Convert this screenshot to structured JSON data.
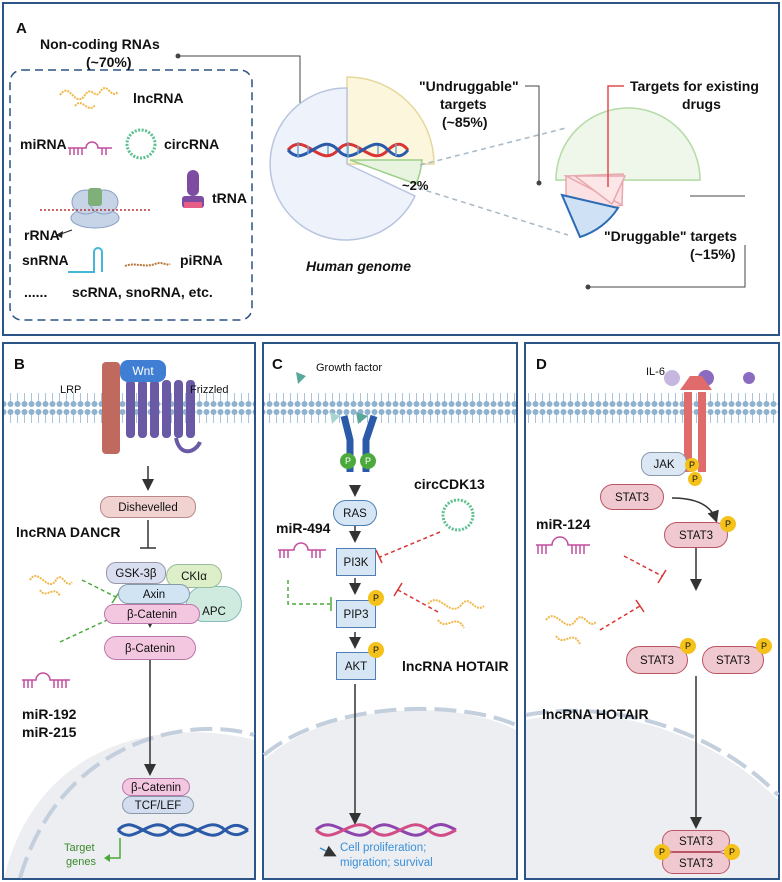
{
  "panel_a": {
    "letter": "A",
    "noncoding_title": "Non-coding RNAs",
    "noncoding_pct": "(~70%)",
    "rna_types": {
      "lncrna": "lncRNA",
      "mirna": "miRNA",
      "circrna": "circRNA",
      "rrna": "rRNA",
      "trna": "tRNA",
      "snrna": "snRNA",
      "pirna": "piRNA",
      "others_dots": "......",
      "others": "scRNA, snoRNA, etc."
    },
    "genome_label": "Human genome",
    "two_pct": "~2%",
    "undruggable_line1": "\"Undruggable\"",
    "undruggable_line2": "targets",
    "undruggable_line3": "(~85%)",
    "existing_line1": "Targets for existing",
    "existing_line2": "drugs",
    "druggable_line1": "\"Druggable\" targets",
    "druggable_line2": "(~15%)"
  },
  "panel_b": {
    "letter": "B",
    "wnt": "Wnt",
    "lrp": "LRP",
    "frizzled": "Frizzled",
    "dishevelled": "Dishevelled",
    "lncrna_dancr": "lncRNA DANCR",
    "gsk3b": "GSK-3β",
    "ck1a": "CKIα",
    "axin": "Axin",
    "apc": "APC",
    "bcatenin1": "β-Catenin",
    "bcatenin2": "β-Catenin",
    "bcatenin3": "β-Catenin",
    "tcflef": "TCF/LEF",
    "mir192": "miR-192",
    "mir215": "miR-215",
    "target_genes_1": "Target",
    "target_genes_2": "genes"
  },
  "panel_c": {
    "letter": "C",
    "growth_factor": "Growth factor",
    "p": "P",
    "circcdk13": "circCDK13",
    "ras": "RAS",
    "mir494": "miR-494",
    "pi3k": "PI3K",
    "pip3": "PIP3",
    "akt": "AKT",
    "lncrna_hotair": "lncRNA HOTAIR",
    "outcome_1": "Cell proliferation;",
    "outcome_2": "migration; survival"
  },
  "panel_d": {
    "letter": "D",
    "il6": "IL-6",
    "jak": "JAK",
    "stat3": "STAT3",
    "mir124": "miR-124",
    "lncrna_hotair": "lncRNA HOTAIR"
  },
  "colors": {
    "panel_border": "#2c5486",
    "membrane": "#8fb2cf",
    "lncrna": "#f0b84a",
    "mirna": "#c24d9e",
    "circrna": "#5bbf8f",
    "inhibit_green": "#4caa3c",
    "inhibit_red": "#d93535",
    "phospho": "#f4c21a",
    "stat3": "#f0c9d0",
    "bcatenin": "#f4c7e0",
    "pathway_box": "#d6e6f5"
  }
}
